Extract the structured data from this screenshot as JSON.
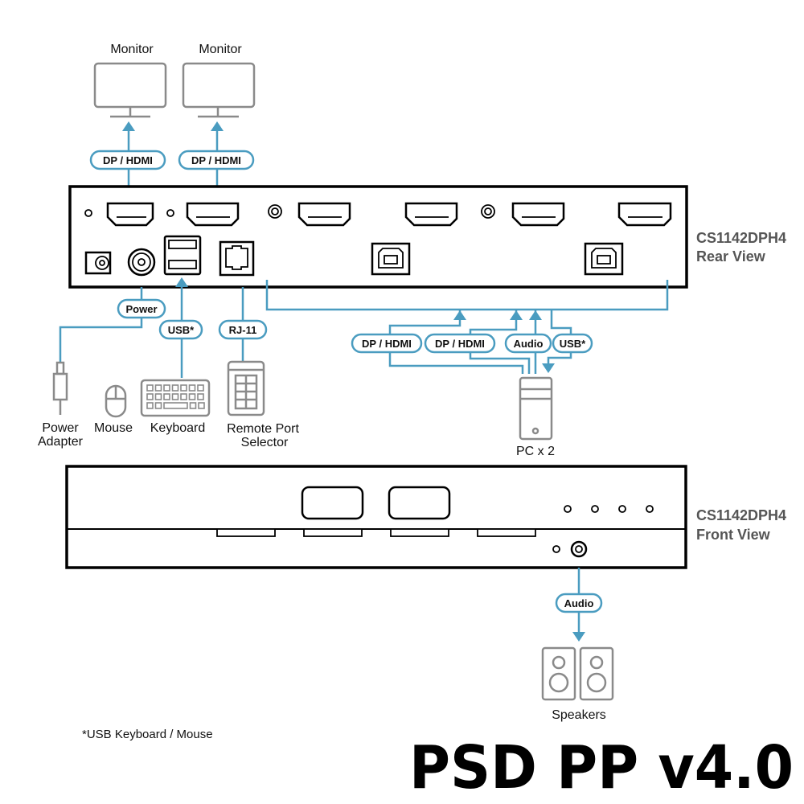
{
  "monitors": [
    {
      "label": "Monitor",
      "cable": "DP / HDMI"
    },
    {
      "label": "Monitor",
      "cable": "DP / HDMI"
    }
  ],
  "rear_view": {
    "model": "CS1142DPH4",
    "view": "Rear View"
  },
  "front_view": {
    "model": "CS1142DPH4",
    "view": "Front View"
  },
  "peripherals": {
    "power": {
      "cable": "Power",
      "label_line1": "Power",
      "label_line2": "Adapter"
    },
    "mouse": {
      "label": "Mouse"
    },
    "keyboard": {
      "cable": "USB*",
      "label": "Keyboard"
    },
    "remote": {
      "cable": "RJ-11",
      "label_line1": "Remote Port",
      "label_line2": "Selector"
    }
  },
  "pc": {
    "label": "PC x 2",
    "cables": [
      "DP / HDMI",
      "DP / HDMI",
      "Audio",
      "USB*"
    ]
  },
  "speakers": {
    "cable": "Audio",
    "label": "Speakers"
  },
  "footnote": "*USB Keyboard / Mouse",
  "watermark": "PSD PP v4.0",
  "colors": {
    "cable": "#4a9cc0",
    "device_outline": "#8a8a8a",
    "model_text": "#555555"
  }
}
